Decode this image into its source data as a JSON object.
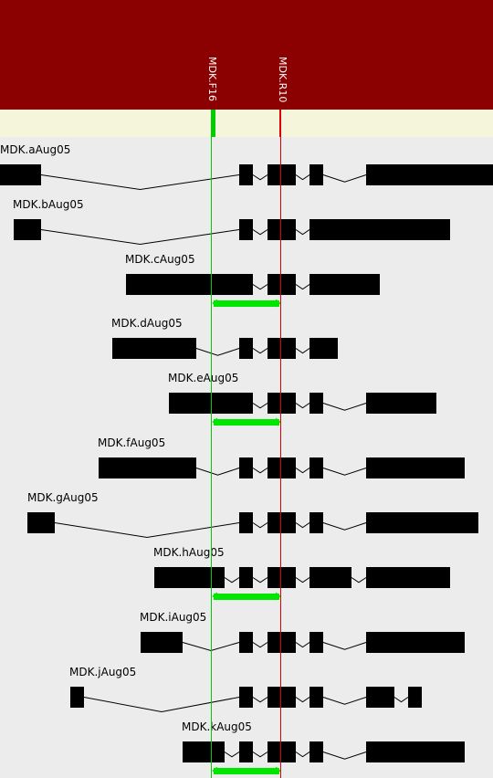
{
  "primers": [
    {
      "label": "MDK.F16",
      "color": "#00cc00"
    },
    {
      "label": "MDK.R10",
      "color": "#dd0000"
    }
  ],
  "colors": {
    "header": "#8b0000",
    "primer_track": "#f5f5dc",
    "background": "#ececec",
    "exon": "#000000",
    "amplicon": "#00e600"
  },
  "transcripts": [
    {
      "name": "MDK.aAug05",
      "amplicon": false
    },
    {
      "name": "MDK.bAug05",
      "amplicon": false
    },
    {
      "name": "MDK.cAug05",
      "amplicon": true
    },
    {
      "name": "MDK.dAug05",
      "amplicon": false
    },
    {
      "name": "MDK.eAug05",
      "amplicon": true
    },
    {
      "name": "MDK.fAug05",
      "amplicon": false
    },
    {
      "name": "MDK.gAug05",
      "amplicon": false
    },
    {
      "name": "MDK.hAug05",
      "amplicon": true
    },
    {
      "name": "MDK.iAug05",
      "amplicon": false
    },
    {
      "name": "MDK.jAug05",
      "amplicon": false
    },
    {
      "name": "MDK.kAug05",
      "amplicon": true
    }
  ]
}
